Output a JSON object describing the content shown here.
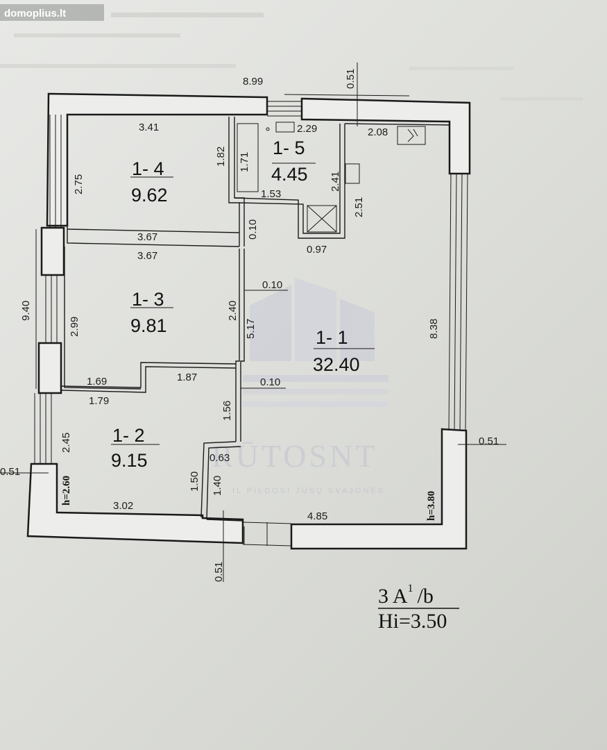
{
  "site_logo": "domoplius.lt",
  "watermark": {
    "brand": "RŪTOSNT",
    "slogan": "IL PILDOSI JŪSŲ SVAJONĖS"
  },
  "rooms": [
    {
      "id": "1- 4",
      "area": "9.62"
    },
    {
      "id": "1- 5",
      "area": "4.45"
    },
    {
      "id": "1- 3",
      "area": "9.81"
    },
    {
      "id": "1- 1",
      "area": "32.40"
    },
    {
      "id": "1- 2",
      "area": "9.15"
    }
  ],
  "dimensions": {
    "d_899": "8.99",
    "d_051_top": "0.51",
    "d_341": "3.41",
    "d_229": "2.29",
    "d_208": "2.08",
    "d_275": "2.75",
    "d_182": "1.82",
    "d_171": "1.71",
    "d_241": "2.41",
    "d_251": "2.51",
    "d_153": "1.53",
    "d_010_a": "0.10",
    "d_367_a": "3.67",
    "d_367_b": "3.67",
    "d_097": "0.97",
    "d_940": "9.40",
    "d_299": "2.99",
    "d_240": "2.40",
    "d_010_b": "0.10",
    "d_517": "5.17",
    "d_838": "8.38",
    "d_169": "1.69",
    "d_187": "1.87",
    "d_010_c": "0.10",
    "d_179": "1.79",
    "d_156": "1.56",
    "d_245": "2.45",
    "d_063": "0.63",
    "d_051_right": "0.51",
    "d_051_left": "0.51",
    "d_150": "1.50",
    "d_140": "1.40",
    "d_302": "3.02",
    "d_485": "4.85",
    "d_051_bottom": "0.51"
  },
  "heights": {
    "left": "h=2.60",
    "right": "h=3.80"
  },
  "classification": {
    "line1": "3 A",
    "sup": "1",
    "line1_end": "/b",
    "line2": "Hi=3.50"
  }
}
